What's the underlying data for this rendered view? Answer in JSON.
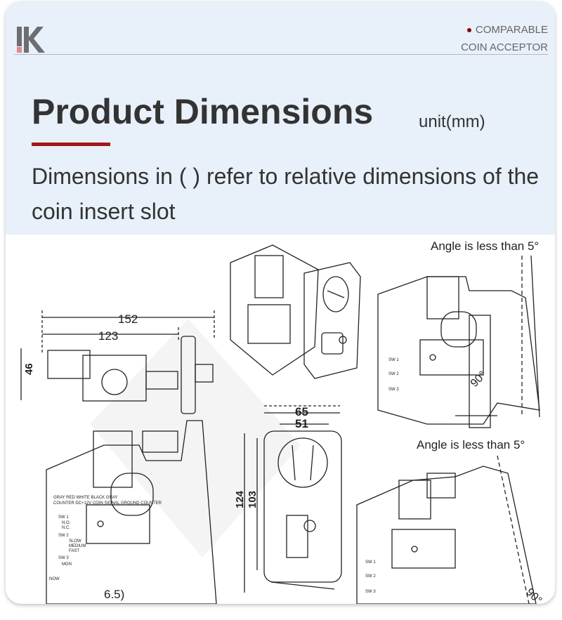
{
  "brand": {
    "logo": "IK",
    "tag_line1": "COMPARABLE",
    "tag_line2": "COIN ACCEPTOR",
    "accent": "#a01a1a"
  },
  "header": {
    "title": "Product Dimensions",
    "unit": "unit(mm)",
    "subtitle": "Dimensions in ( ) refer to relative dimensions of the coin insert slot"
  },
  "drawings": {
    "dim_152": "152",
    "dim_123": "123",
    "dim_46": "46",
    "dim_65": "65",
    "dim_51": "51",
    "dim_124": "124",
    "dim_103": "103",
    "dim_partial": "6.5)",
    "angle_note_1": "Angle is less than 5°",
    "angle_note_2": "Angle is less than 5°",
    "angle_90a": "90°",
    "angle_90b": "90°",
    "panel_labels": {
      "sw1": "SW 1",
      "sw2": "SW 2",
      "sw3": "SW 3",
      "no": "N.O.",
      "nc": "N.C.",
      "slow": "SLOW",
      "medium": "MEDIUM",
      "fast": "FAST",
      "mgn": "MGN",
      "now": "NOW",
      "wires": "GRAY RED WHITE BLACK GRAY",
      "signals": "COUNTER DC+12V COIN SIGNAL GROUND COUNTER"
    }
  }
}
